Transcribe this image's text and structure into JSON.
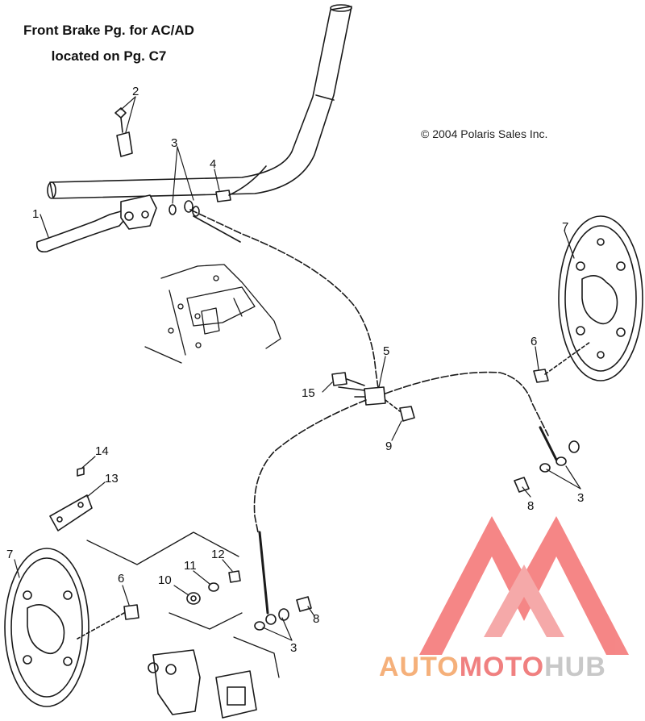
{
  "heading": {
    "line1": "Front Brake Pg. for AC/AD",
    "line2": "located on Pg. C7"
  },
  "copyright": "© 2004 Polaris Sales Inc.",
  "watermark": {
    "part1": "AUTO",
    "part2": "MOTO",
    "part3": "HUB",
    "colors": {
      "auto": "#f5b07a",
      "moto": "#f08080",
      "hub": "#c8c8c8",
      "logo": "#f06a6a"
    }
  },
  "callouts": {
    "c1": "1",
    "c2": "2",
    "c3a": "3",
    "c3b": "3",
    "c3c": "3",
    "c4": "4",
    "c5": "5",
    "c6a": "6",
    "c6b": "6",
    "c7a": "7",
    "c7b": "7",
    "c8a": "8",
    "c8b": "8",
    "c9": "9",
    "c10": "10",
    "c11": "11",
    "c12": "12",
    "c13": "13",
    "c14": "14",
    "c15": "15"
  }
}
